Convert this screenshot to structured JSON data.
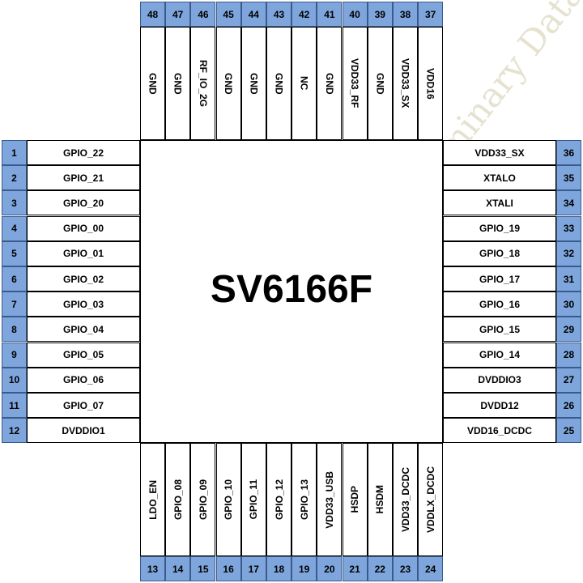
{
  "chip_name": "SV6166F",
  "watermark": "Confidential Preliminary Datasheet",
  "colors": {
    "pin_number_fill": "#7fa6dc",
    "border": "#000000",
    "watermark": "#c8be96"
  },
  "pins": {
    "left": [
      {
        "num": "1",
        "label": "GPIO_22"
      },
      {
        "num": "2",
        "label": "GPIO_21"
      },
      {
        "num": "3",
        "label": "GPIO_20"
      },
      {
        "num": "4",
        "label": "GPIO_00"
      },
      {
        "num": "5",
        "label": "GPIO_01"
      },
      {
        "num": "6",
        "label": "GPIO_02"
      },
      {
        "num": "7",
        "label": "GPIO_03"
      },
      {
        "num": "8",
        "label": "GPIO_04"
      },
      {
        "num": "9",
        "label": "GPIO_05"
      },
      {
        "num": "10",
        "label": "GPIO_06"
      },
      {
        "num": "11",
        "label": "GPIO_07"
      },
      {
        "num": "12",
        "label": "DVDDIO1"
      }
    ],
    "bottom": [
      {
        "num": "13",
        "label": "LDO_EN"
      },
      {
        "num": "14",
        "label": "GPIO_08"
      },
      {
        "num": "15",
        "label": "GPIO_09"
      },
      {
        "num": "16",
        "label": "GPIO_10"
      },
      {
        "num": "17",
        "label": "GPIO_11"
      },
      {
        "num": "18",
        "label": "GPIO_12"
      },
      {
        "num": "19",
        "label": "GPIO_13"
      },
      {
        "num": "20",
        "label": "VDD33_USB"
      },
      {
        "num": "21",
        "label": "HSDP"
      },
      {
        "num": "22",
        "label": "HSDM"
      },
      {
        "num": "23",
        "label": "VDD33_DCDC"
      },
      {
        "num": "24",
        "label": "VDDLX_DCDC"
      }
    ],
    "right": [
      {
        "num": "36",
        "label": "VDD33_SX"
      },
      {
        "num": "35",
        "label": "XTALO"
      },
      {
        "num": "34",
        "label": "XTALI"
      },
      {
        "num": "33",
        "label": "GPIO_19"
      },
      {
        "num": "32",
        "label": "GPIO_18"
      },
      {
        "num": "31",
        "label": "GPIO_17"
      },
      {
        "num": "30",
        "label": "GPIO_16"
      },
      {
        "num": "29",
        "label": "GPIO_15"
      },
      {
        "num": "28",
        "label": "GPIO_14"
      },
      {
        "num": "27",
        "label": "DVDDIO3"
      },
      {
        "num": "26",
        "label": "DVDD12"
      },
      {
        "num": "25",
        "label": "VDD16_DCDC"
      }
    ],
    "top": [
      {
        "num": "48",
        "label": "GND"
      },
      {
        "num": "47",
        "label": "GND"
      },
      {
        "num": "46",
        "label": "RF_IO_2G"
      },
      {
        "num": "45",
        "label": "GND"
      },
      {
        "num": "44",
        "label": "GND"
      },
      {
        "num": "43",
        "label": "GND"
      },
      {
        "num": "42",
        "label": "NC"
      },
      {
        "num": "41",
        "label": "GND"
      },
      {
        "num": "40",
        "label": "VDD33_RF"
      },
      {
        "num": "39",
        "label": "GND"
      },
      {
        "num": "38",
        "label": "VDD33_SX"
      },
      {
        "num": "37",
        "label": "VDD16"
      }
    ]
  }
}
